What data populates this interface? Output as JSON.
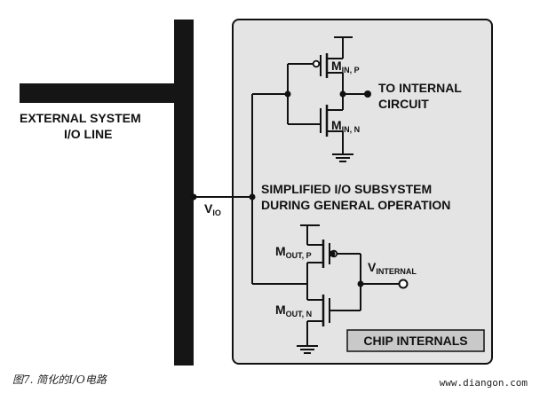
{
  "bus": {
    "label_line1": "EXTERNAL SYSTEM",
    "label_line2": "I/O LINE"
  },
  "node": {
    "v_io_main": "V",
    "v_io_sub": "IO"
  },
  "chip": {
    "description_line1": "SIMPLIFIED I/O SUBSYSTEM",
    "description_line2": "DURING GENERAL OPERATION",
    "badge": "CHIP INTERNALS"
  },
  "input_stage": {
    "output_label_line1": "TO INTERNAL",
    "output_label_line2": "CIRCUIT",
    "pmos_main": "M",
    "pmos_sub": "IN, P",
    "nmos_main": "M",
    "nmos_sub": "IN, N"
  },
  "output_stage": {
    "pmos_main": "M",
    "pmos_sub": "OUT, P",
    "nmos_main": "M",
    "nmos_sub": "OUT, N",
    "internal_main": "V",
    "internal_sub": "INTERNAL"
  },
  "footer": {
    "caption": "图7. 简化的I/O电路",
    "site": "www.diangon.com"
  },
  "colors": {
    "chip_fill": "#e4e4e4",
    "bus": "#151515",
    "badge_fill": "#c9c9c9"
  }
}
